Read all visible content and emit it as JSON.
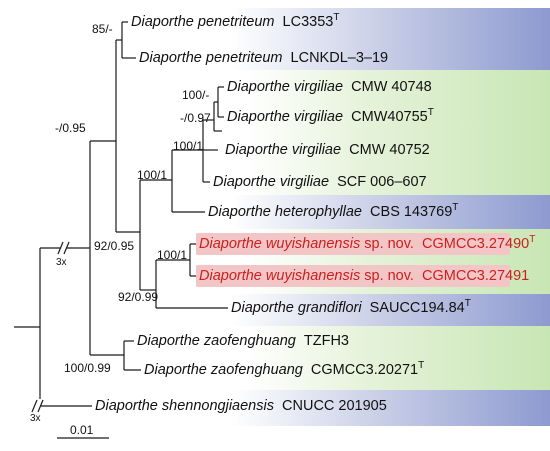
{
  "tree": {
    "taxa": [
      {
        "genus": "Diaporthe",
        "epithet": "penetriteum",
        "extra": "",
        "strain": "LC3353",
        "sup": "T",
        "red": false
      },
      {
        "genus": "Diaporthe",
        "epithet": "penetriteum",
        "extra": "",
        "strain": "LCNKDL–3–19",
        "sup": "",
        "red": false
      },
      {
        "genus": "Diaporthe",
        "epithet": "virgiliae",
        "extra": "",
        "strain": "CMW 40748",
        "sup": "",
        "red": false
      },
      {
        "genus": "Diaporthe",
        "epithet": "virgiliae",
        "extra": "",
        "strain": "CMW40755",
        "sup": "T",
        "red": false
      },
      {
        "genus": "Diaporthe",
        "epithet": "virgiliae",
        "extra": "",
        "strain": "CMW 40752",
        "sup": "",
        "red": false
      },
      {
        "genus": "Diaporthe",
        "epithet": "virgiliae",
        "extra": "",
        "strain": "SCF 006–607",
        "sup": "",
        "red": false
      },
      {
        "genus": "Diaporthe",
        "epithet": "heterophyllae",
        "extra": "",
        "strain": "CBS 143769",
        "sup": "T",
        "red": false
      },
      {
        "genus": "Diaporthe",
        "epithet": "wuyishanensis",
        "extra": "sp. nov.",
        "strain": "CGMCC3.27490",
        "sup": "T",
        "red": true
      },
      {
        "genus": "Diaporthe",
        "epithet": "wuyishanensis",
        "extra": "sp. nov.",
        "strain": "CGMCC3.27491",
        "sup": "",
        "red": true
      },
      {
        "genus": "Diaporthe",
        "epithet": "grandiflori",
        "extra": "",
        "strain": "SAUCC194.84",
        "sup": "T",
        "red": false
      },
      {
        "genus": "Diaporthe",
        "epithet": "zaofenghuang",
        "extra": "",
        "strain": "TZFH3",
        "sup": "",
        "red": false
      },
      {
        "genus": "Diaporthe",
        "epithet": "zaofenghuang",
        "extra": "",
        "strain": "CGMCC3.20271",
        "sup": "T",
        "red": false
      },
      {
        "genus": "Diaporthe",
        "epithet": "shennongjiaensis",
        "extra": "",
        "strain": "CNUCC 201905",
        "sup": "",
        "red": false
      }
    ],
    "supports": {
      "penetriteum": "85/-",
      "virg_a": "100/-",
      "virg_b": "-/0.97",
      "virg_clade": "100/1",
      "virg_hetero": "100/1",
      "upper": "-/0.95",
      "wuyi": "100/1",
      "wuyi_grand": "92/0.99",
      "big": "92/0.95",
      "zao": "100/0.99"
    },
    "break_labels": [
      "3x",
      "3x"
    ],
    "scale_label": "0.01"
  },
  "colors": {
    "blue_band": "#8e9ad0",
    "green_band": "#c8e6b4",
    "new_species_text": "#cc1f1f",
    "new_species_highlight": "#f2c6c6"
  }
}
